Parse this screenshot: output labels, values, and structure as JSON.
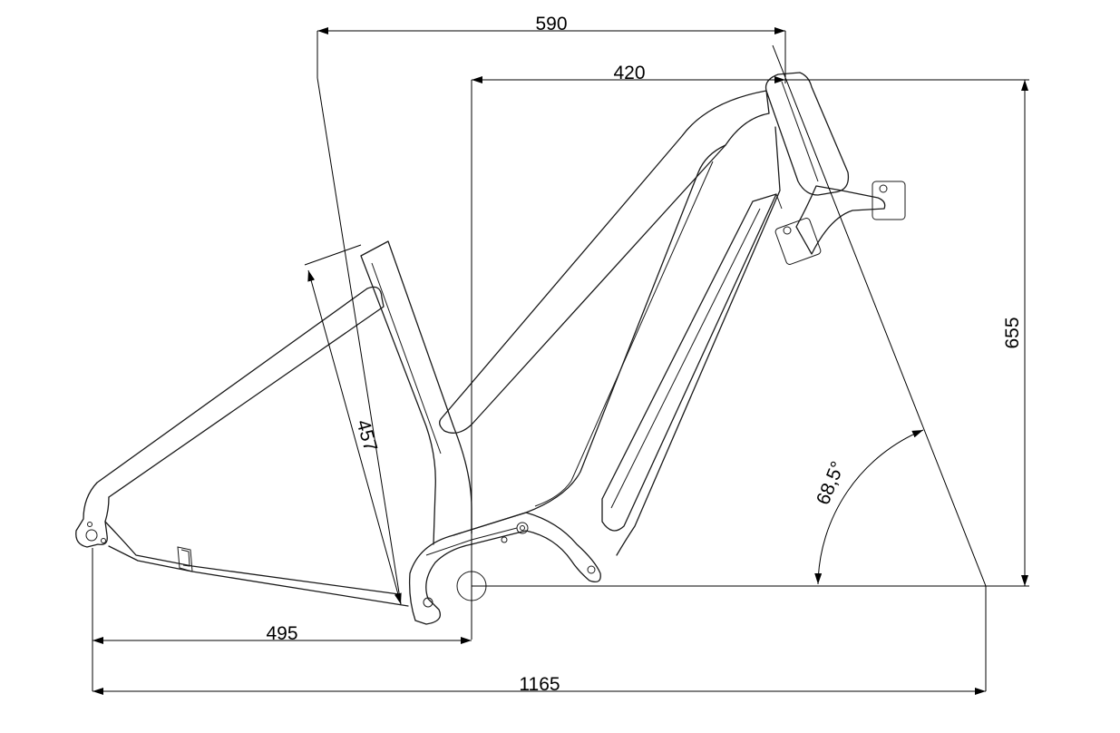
{
  "dimensions": {
    "top_length": "590",
    "reach": "420",
    "stack": "655",
    "seat_tube": "457",
    "head_angle": "68,5°",
    "chainstay": "495",
    "wheelbase": "1165"
  }
}
